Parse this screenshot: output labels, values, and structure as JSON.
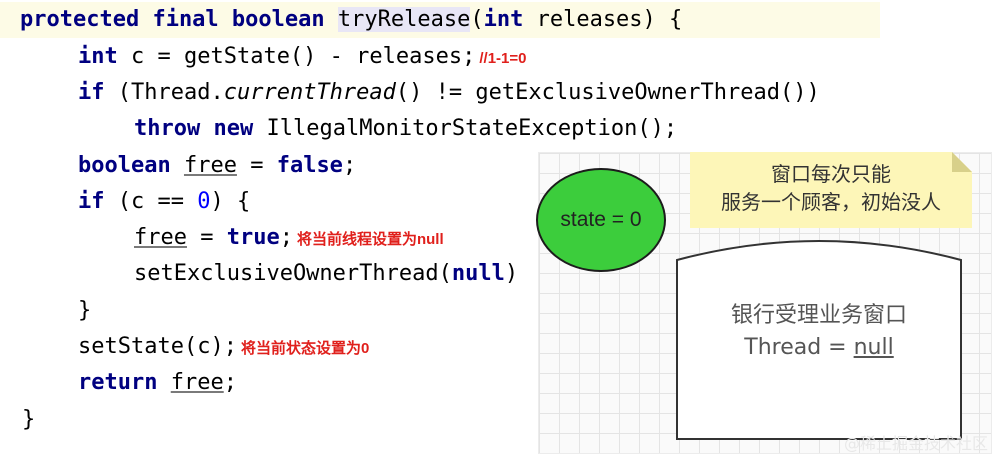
{
  "code": {
    "l0": {
      "kw1": "protected final boolean",
      "fn": "tryRelease",
      "p1": "(",
      "kw2": "int",
      "p2": " releases) {"
    },
    "l1": {
      "kw": "int",
      "rest": " c = getState() - releases;"
    },
    "l2": {
      "kw": "if",
      "p1": " (Thread.",
      "it": "currentThread",
      "p2": "() != getExclusiveOwnerThread())"
    },
    "l3": {
      "kw1": "throw",
      "kw2": "new",
      "rest": " IllegalMonitorStateException();"
    },
    "l4": {
      "kw": "boolean",
      "free": "free",
      "p1": " = ",
      "kw2": "false",
      "p2": ";"
    },
    "l5": {
      "kw": "if",
      "p1": " (c == ",
      "num": "0",
      "p2": ") {"
    },
    "l6": {
      "free": "free",
      "p1": " = ",
      "kw": "true",
      "p2": ";"
    },
    "l7": {
      "p1": "setExclusiveOwnerThread(",
      "kw": "null",
      "p2": ")"
    },
    "l8": {
      "text": "}"
    },
    "l9": {
      "text": "setState(c);"
    },
    "l10": {
      "kw": "return",
      "free": "free",
      "p": ";"
    },
    "l11": {
      "text": "}"
    }
  },
  "annotations": {
    "a1": "//1-1=0",
    "a2": "将当前线程设置为null",
    "a3": "将当前状态设置为0"
  },
  "diagram": {
    "state_label": "state = 0",
    "note_line1": "窗口每次只能",
    "note_line2": "服务一个顾客，初始没人",
    "window_line1": "银行受理业务窗口",
    "window_prefix": "Thread = ",
    "window_value": "null"
  },
  "watermark": "@稀土掘金技术社区",
  "colors": {
    "keyword": "#000080",
    "number": "#0000ff",
    "annotation": "#e0201c",
    "state_fill": "#3ccd3c",
    "note_fill": "#fdf6b8"
  }
}
